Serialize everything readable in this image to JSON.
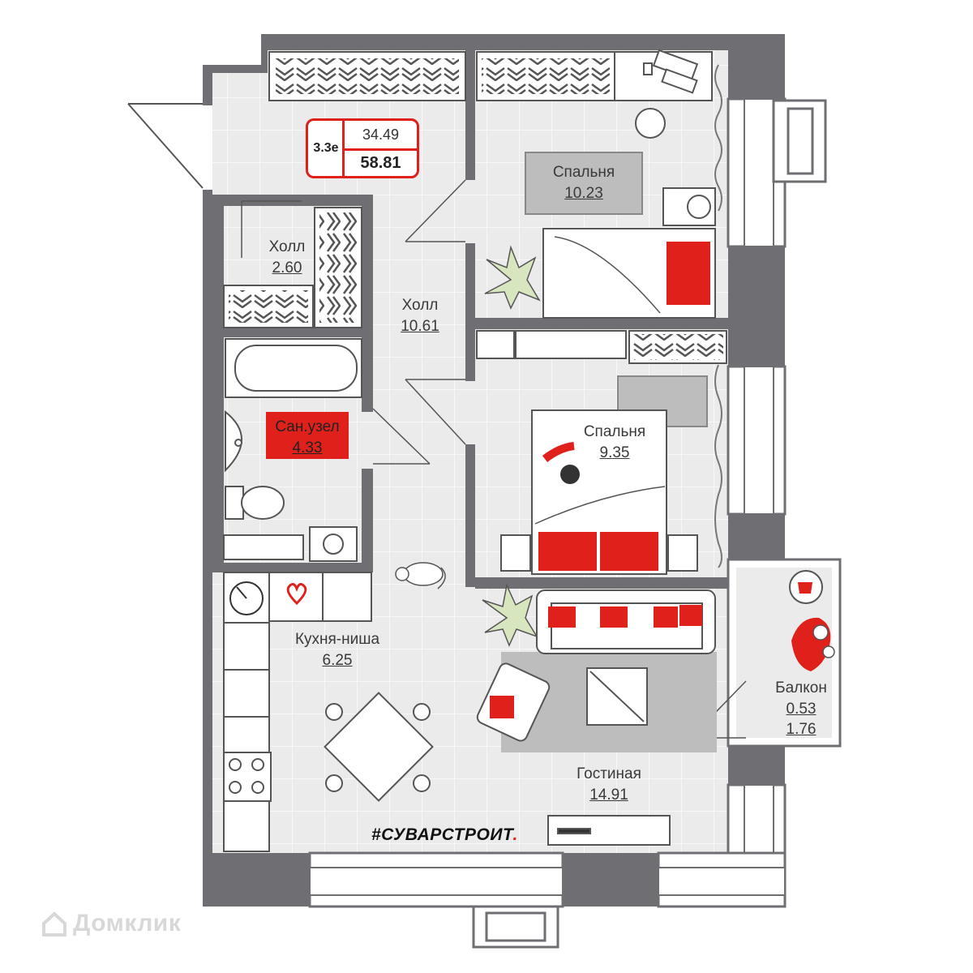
{
  "colors": {
    "wall": "#6f6f73",
    "floor": "#ebebeb",
    "accent": "#e0201b",
    "furniture_gray": "#bdbdbd",
    "plant": "#d8e6c0"
  },
  "badge": {
    "code": "3.3е",
    "living_area": "34.49",
    "total_area": "58.81"
  },
  "rooms": [
    {
      "name": "Спальня",
      "area": "10.23"
    },
    {
      "name": "Холл",
      "area": "2.60"
    },
    {
      "name": "Холл",
      "area": "10.61"
    },
    {
      "name": "Сан.узел",
      "area": "4.33"
    },
    {
      "name": "Спальня",
      "area": "9.35"
    },
    {
      "name": "Кухня-ниша",
      "area": "6.25"
    },
    {
      "name": "Балкон",
      "area": "0.53",
      "area2": "1.76"
    },
    {
      "name": "Гостиная",
      "area": "14.91"
    }
  ],
  "brand": {
    "text": "#СУВАРСТРОИТ",
    "dot": "."
  },
  "watermark": {
    "text": "Домклик"
  },
  "icons": [
    "door-swing-icon",
    "wardrobe-icon",
    "desk-icon",
    "chair-icon",
    "plant-icon",
    "bed-icon",
    "bathtub-icon",
    "sink-icon",
    "toilet-icon",
    "washing-machine-icon",
    "stove-icon",
    "cat-icon",
    "sofa-icon",
    "armchair-icon",
    "tv-icon",
    "dining-table-icon",
    "cup-icon",
    "house-icon"
  ]
}
